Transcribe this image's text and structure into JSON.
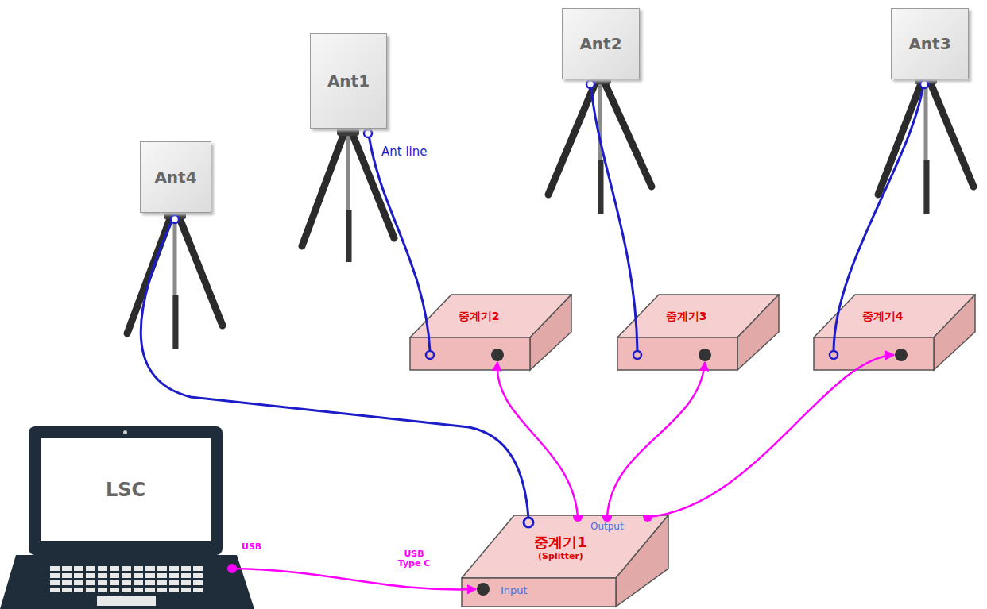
{
  "diagram": {
    "nodes": [
      {
        "text": [
          "Ant4"
        ]
      },
      {
        "text": [
          "Ant1"
        ]
      },
      {
        "text": [
          "Ant2"
        ]
      },
      {
        "text": [
          "Ant3"
        ]
      },
      {
        "text": [
          "중계기2"
        ]
      },
      {
        "text": [
          "중계기3"
        ]
      },
      {
        "text": [
          "중계기4"
        ]
      },
      {
        "text": [
          "LSC"
        ]
      },
      {
        "text": [
          "중계기1",
          "(Splitter)"
        ]
      }
    ],
    "edges": [
      {
        "from": 1,
        "to": 4,
        "arrow": "none"
      },
      {
        "from": 2,
        "to": 5,
        "arrow": "none"
      },
      {
        "from": 3,
        "to": 6,
        "arrow": "none"
      },
      {
        "from": 0,
        "to": 8,
        "arrow": "none"
      },
      {
        "from": 8,
        "to": 4,
        "arrow": "to"
      },
      {
        "from": 8,
        "to": 5,
        "arrow": "to"
      },
      {
        "from": 8,
        "to": 6,
        "arrow": "to"
      },
      {
        "from": 7,
        "to": 8,
        "arrow": "to"
      }
    ],
    "labels": [
      "Ant line",
      "USB",
      "USB Type C",
      "Input",
      "Output"
    ]
  }
}
